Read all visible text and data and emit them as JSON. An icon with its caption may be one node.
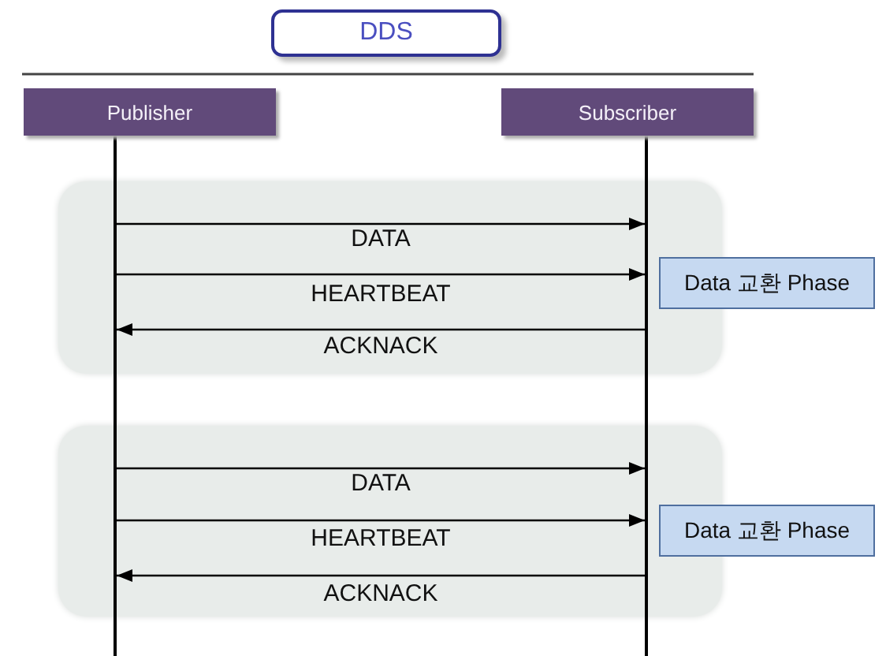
{
  "diagram": {
    "nodes": [
      {
        "text": [
          "DDS"
        ]
      },
      {
        "text": [
          "Publisher"
        ]
      },
      {
        "text": [
          "Subscriber"
        ]
      },
      {
        "text": [],
        "shape": "bar"
      },
      {
        "text": [],
        "shape": "bar"
      },
      {
        "text": [
          "Data 교환 Phase"
        ]
      },
      {
        "text": [
          "Data 교환 Phase"
        ]
      }
    ],
    "edges": [
      {
        "from": 3,
        "to": 4,
        "arrow": "to",
        "label": "DATA"
      },
      {
        "from": 3,
        "to": 4,
        "arrow": "to",
        "label": "HEARTBEAT"
      },
      {
        "from": 4,
        "to": 3,
        "arrow": "to",
        "label": "ACKNACK"
      },
      {
        "from": 3,
        "to": 4,
        "arrow": "to",
        "label": "DATA"
      },
      {
        "from": 3,
        "to": 4,
        "arrow": "to",
        "label": "HEARTBEAT"
      },
      {
        "from": 4,
        "to": 3,
        "arrow": "to",
        "label": "ACKNACK"
      }
    ]
  }
}
